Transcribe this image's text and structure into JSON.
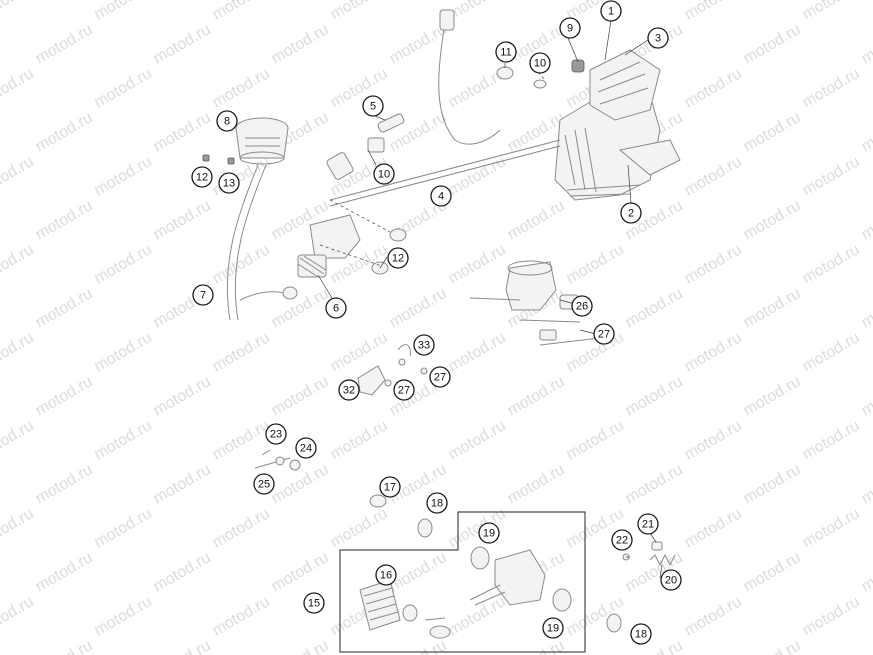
{
  "watermark": "motod.ru",
  "callouts": [
    "1",
    "2",
    "3",
    "4",
    "5",
    "6",
    "7",
    "8",
    "9",
    "10",
    "10",
    "11",
    "12",
    "12",
    "13",
    "15",
    "16",
    "17",
    "18",
    "18",
    "19",
    "19",
    "20",
    "21",
    "22",
    "23",
    "24",
    "25",
    "26",
    "27",
    "27",
    "27",
    "32",
    "33"
  ]
}
